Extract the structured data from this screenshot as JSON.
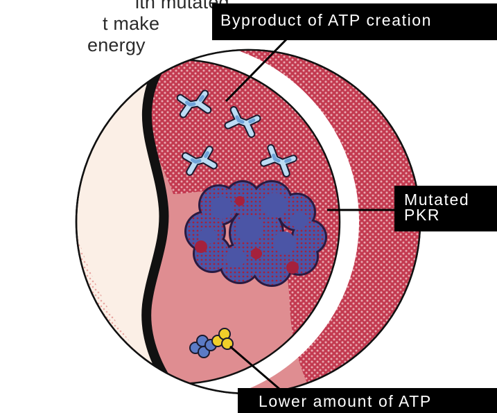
{
  "intro_text": [
    "ith mutated",
    "t make",
    "energy"
  ],
  "labels": {
    "byproduct": "Byproduct of ATP creation",
    "mutated_line1": "Mutated",
    "mutated_line2": "PKR",
    "lower_atp": "Lower amount of ATP"
  },
  "colors": {
    "cell_outer": "#fbefe6",
    "cytoplasm_top": "#c6384f",
    "cytoplasm_lower": "#dd8c90",
    "membrane": "#111111",
    "protein_red": "#a5213c",
    "protein_blue": "#4b55a6",
    "molecule_light": "#bcdcf4",
    "molecule_mid": "#6ea2d8",
    "atp_blue": "#5b7bc6",
    "atp_yellow": "#f0cf2a",
    "label_bg": "#000000",
    "label_text": "#ffffff"
  }
}
